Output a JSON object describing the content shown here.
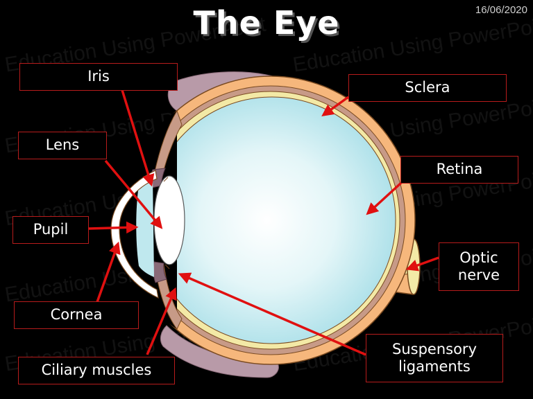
{
  "title": "The Eye",
  "date": "16/06/2020",
  "watermark_text": "Education Using PowerPoint",
  "labels": {
    "iris": "Iris",
    "lens": "Lens",
    "pupil": "Pupil",
    "cornea": "Cornea",
    "ciliary_muscles": "Ciliary muscles",
    "sclera": "Sclera",
    "retina": "Retina",
    "optic_nerve": "Optic\nnerve",
    "suspensory_ligaments": "Suspensory\nligaments"
  },
  "colors": {
    "background": "#000000",
    "label_border": "#b81c1c",
    "arrow": "#e01010",
    "sclera": "#f6b77c",
    "choroid": "#c79a87",
    "retina_layer": "#f3e9a6",
    "vitreous": "#bfe8ee",
    "eyelid": "#b89aa8",
    "lens": "#ffffff"
  }
}
